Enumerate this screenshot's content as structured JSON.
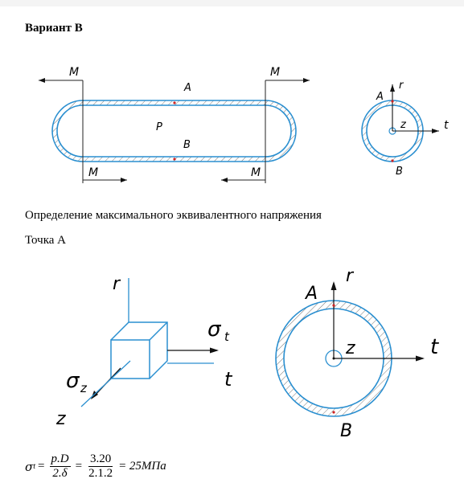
{
  "heading": "Вариант В",
  "section_title": "Определение максимального эквивалентного напряжения",
  "point_title": "Точка А",
  "fig1": {
    "moment": "M",
    "point_a": "A",
    "point_b": "B",
    "pressure": "P",
    "axis_r": "r",
    "axis_t": "t",
    "axis_z": "z"
  },
  "fig2": {
    "sigma_t": "σ",
    "sigma_t_sub": "t",
    "sigma_z": "σ",
    "sigma_z_sub": "z",
    "axis_r": "r",
    "axis_t": "t",
    "axis_z": "z",
    "point_a": "A",
    "point_b": "B"
  },
  "formula": {
    "lhs": "σ",
    "lhs_sub": "t",
    "num1": "p.D",
    "den1": "2.δ",
    "num2": "3.20",
    "den2": "2.1.2",
    "result": "= 25МПа"
  },
  "colors": {
    "line": "#1a1a1a",
    "blue": "#2a8fd0",
    "red": "#cc2222"
  }
}
